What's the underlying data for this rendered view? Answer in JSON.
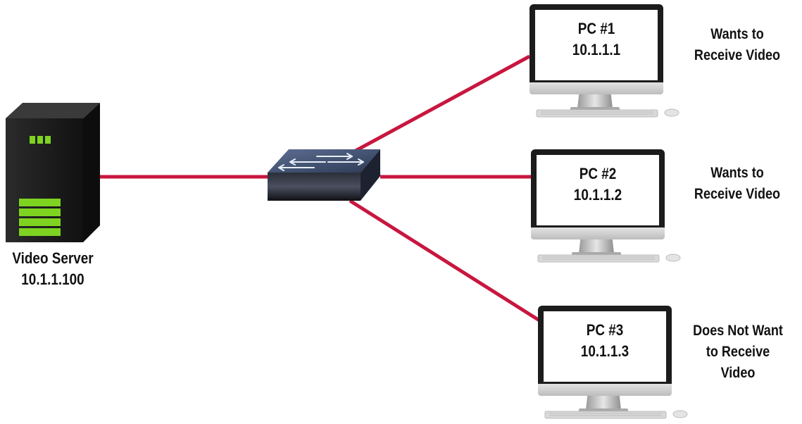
{
  "server": {
    "name": "Video Server",
    "ip": "10.1.1.100"
  },
  "pcs": [
    {
      "name": "PC #1",
      "ip": "10.1.1.1",
      "status_lines": [
        "Wants to",
        "Receive Video"
      ]
    },
    {
      "name": "PC #2",
      "ip": "10.1.1.2",
      "status_lines": [
        "Wants to",
        "Receive Video"
      ]
    },
    {
      "name": "PC #3",
      "ip": "10.1.1.3",
      "status_lines": [
        "Does Not Want",
        "to Receive",
        "Video"
      ]
    }
  ],
  "colors": {
    "link": "#c8163f",
    "server_body": "#1b1b1b",
    "server_led": "#7ed321",
    "switch_top": "#3b4a66",
    "switch_front": "#15171c",
    "monitor_frame": "#1c1c1c",
    "monitor_stand": "#d4d4d4",
    "label_text": "#111111"
  },
  "icons": [
    "server-icon",
    "switch-icon",
    "monitor-icon",
    "keyboard-icon",
    "mouse-icon"
  ]
}
